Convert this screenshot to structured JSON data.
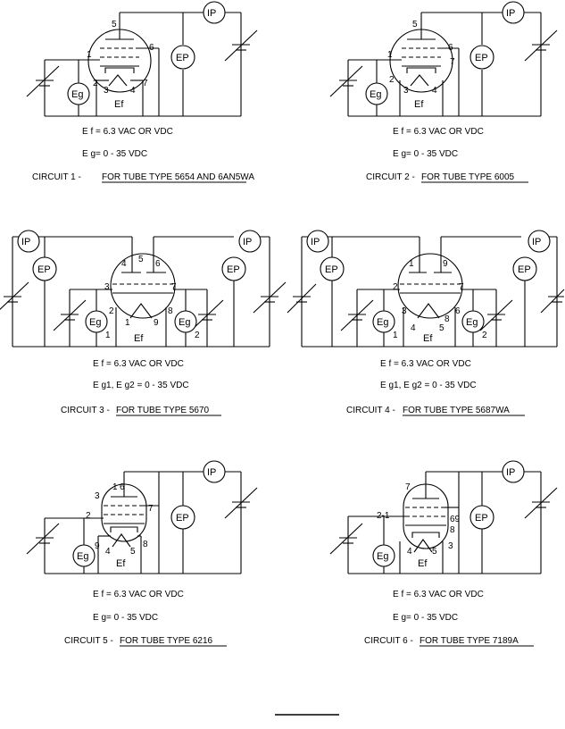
{
  "circuits": [
    {
      "ef": "E f = 6.3 VAC OR VDC",
      "eg": "E g= 0 - 35 VDC",
      "caption_prefix": "CIRCUIT 1 - ",
      "caption_link": "FOR TUBE TYPE 5654 AND 6AN5WA",
      "pins": [
        "5",
        "6",
        "1",
        "2",
        "3",
        "4",
        "7"
      ]
    },
    {
      "ef": "E f = 6.3 VAC OR VDC",
      "eg": "E g= 0 - 35 VDC",
      "caption_prefix": "CIRCUIT 2 - ",
      "caption_link": "FOR TUBE TYPE 6005",
      "pins": [
        "5",
        "6",
        "1",
        "7",
        "2",
        "3",
        "4"
      ]
    },
    {
      "ef": "E f = 6.3 VAC OR VDC",
      "eg": "E g1, E g2 = 0 - 35 VDC",
      "caption_prefix": "CIRCUIT 3 - ",
      "caption_link": "FOR TUBE TYPE 5670",
      "pins": [
        "4",
        "5",
        "6",
        "3",
        "7",
        "2",
        "8",
        "1",
        "9"
      ]
    },
    {
      "ef": "E f = 6.3 VAC OR VDC",
      "eg": "E g1, E g2 = 0 - 35 VDC",
      "caption_prefix": "CIRCUIT 4 - ",
      "caption_link": "FOR TUBE TYPE 5687WA",
      "pins": [
        "1",
        "9",
        "2",
        "7",
        "3",
        "6",
        "8",
        "4",
        "5"
      ]
    },
    {
      "ef": "E f = 6.3 VAC OR VDC",
      "eg": "E g= 0 - 35 VDC",
      "caption_prefix": "CIRCUIT 5 - ",
      "caption_link": "FOR TUBE TYPE 6216",
      "pins": [
        "1",
        "6",
        "3",
        "7",
        "2",
        "9",
        "8",
        "4",
        "5"
      ]
    },
    {
      "ef": "E f = 6.3 VAC OR VDC",
      "eg": "E g= 0 - 35 VDC",
      "caption_prefix": "CIRCUIT 6 - ",
      "caption_link": "FOR TUBE TYPE 7189A",
      "pins": [
        "7",
        "2-1",
        "69",
        "8",
        "3",
        "4",
        "5"
      ]
    }
  ],
  "meters": {
    "ip": "IP",
    "ep": "EP",
    "eg": "Eg",
    "eg1": "Eg",
    "eg1_sub": "1",
    "eg2_sub": "2",
    "ef": "Ef"
  }
}
